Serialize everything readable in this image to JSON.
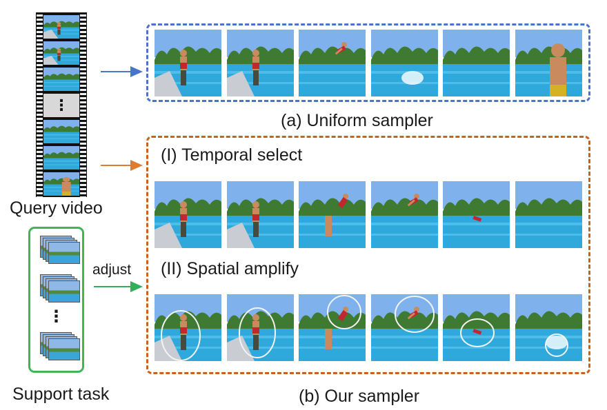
{
  "labels": {
    "query_video": "Query video",
    "support_task": "Support task",
    "uniform_sampler": "(a) Uniform sampler",
    "our_sampler": "(b) Our sampler",
    "temporal_select": "(I) Temporal select",
    "spatial_amplify": "(II) Spatial amplify",
    "adjust": "adjust"
  },
  "ellipsis": "⋮",
  "colors": {
    "uniform_box": "#4a74c9",
    "our_box": "#c9621c",
    "support_box": "#3cb656",
    "arrow_blue": "#4a74c9",
    "arrow_orange": "#e07b2e",
    "arrow_green": "#2fb05a"
  }
}
